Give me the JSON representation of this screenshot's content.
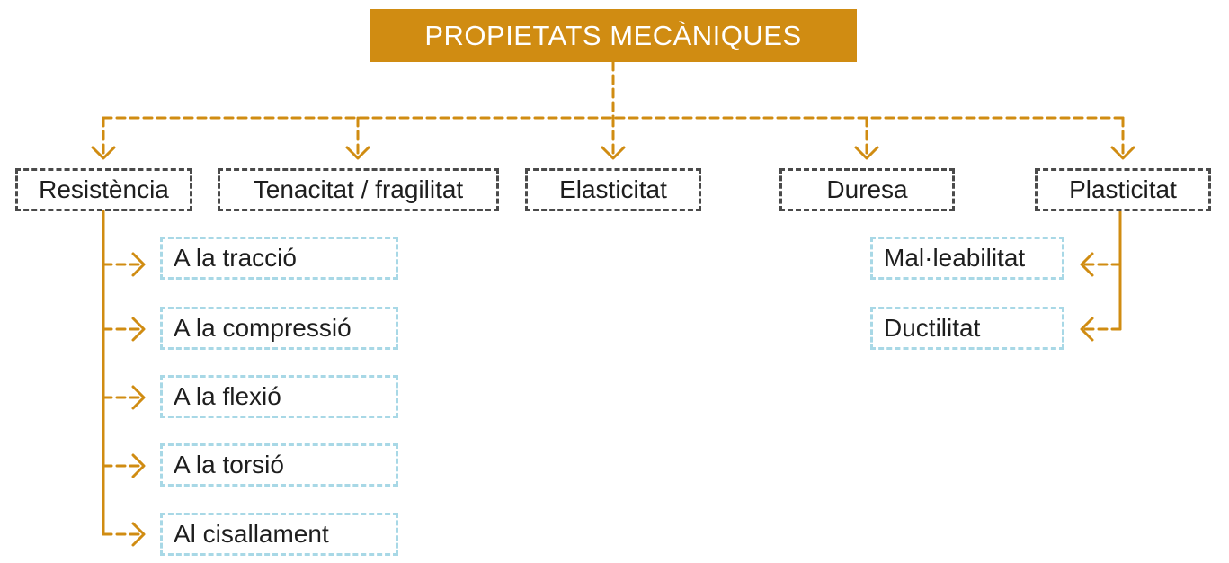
{
  "root": {
    "label": "PROPIETATS MECÀNIQUES"
  },
  "categories": [
    {
      "label": "Resistència"
    },
    {
      "label": "Tenacitat / fragilitat"
    },
    {
      "label": "Elasticitat"
    },
    {
      "label": "Duresa"
    },
    {
      "label": "Plasticitat"
    }
  ],
  "resistencia_types": [
    {
      "label": "A la tracció"
    },
    {
      "label": "A la compressió"
    },
    {
      "label": "A la flexió"
    },
    {
      "label": "A la torsió"
    },
    {
      "label": "Al cisallament"
    }
  ],
  "plasticitat_types": [
    {
      "label": "Mal·leabilitat"
    },
    {
      "label": "Ductilitat"
    }
  ],
  "colors": {
    "accent": "#d08c12",
    "category_border": "#4a4a4a",
    "sub_border": "#a8d8e6",
    "text": "#1e1e1e"
  }
}
